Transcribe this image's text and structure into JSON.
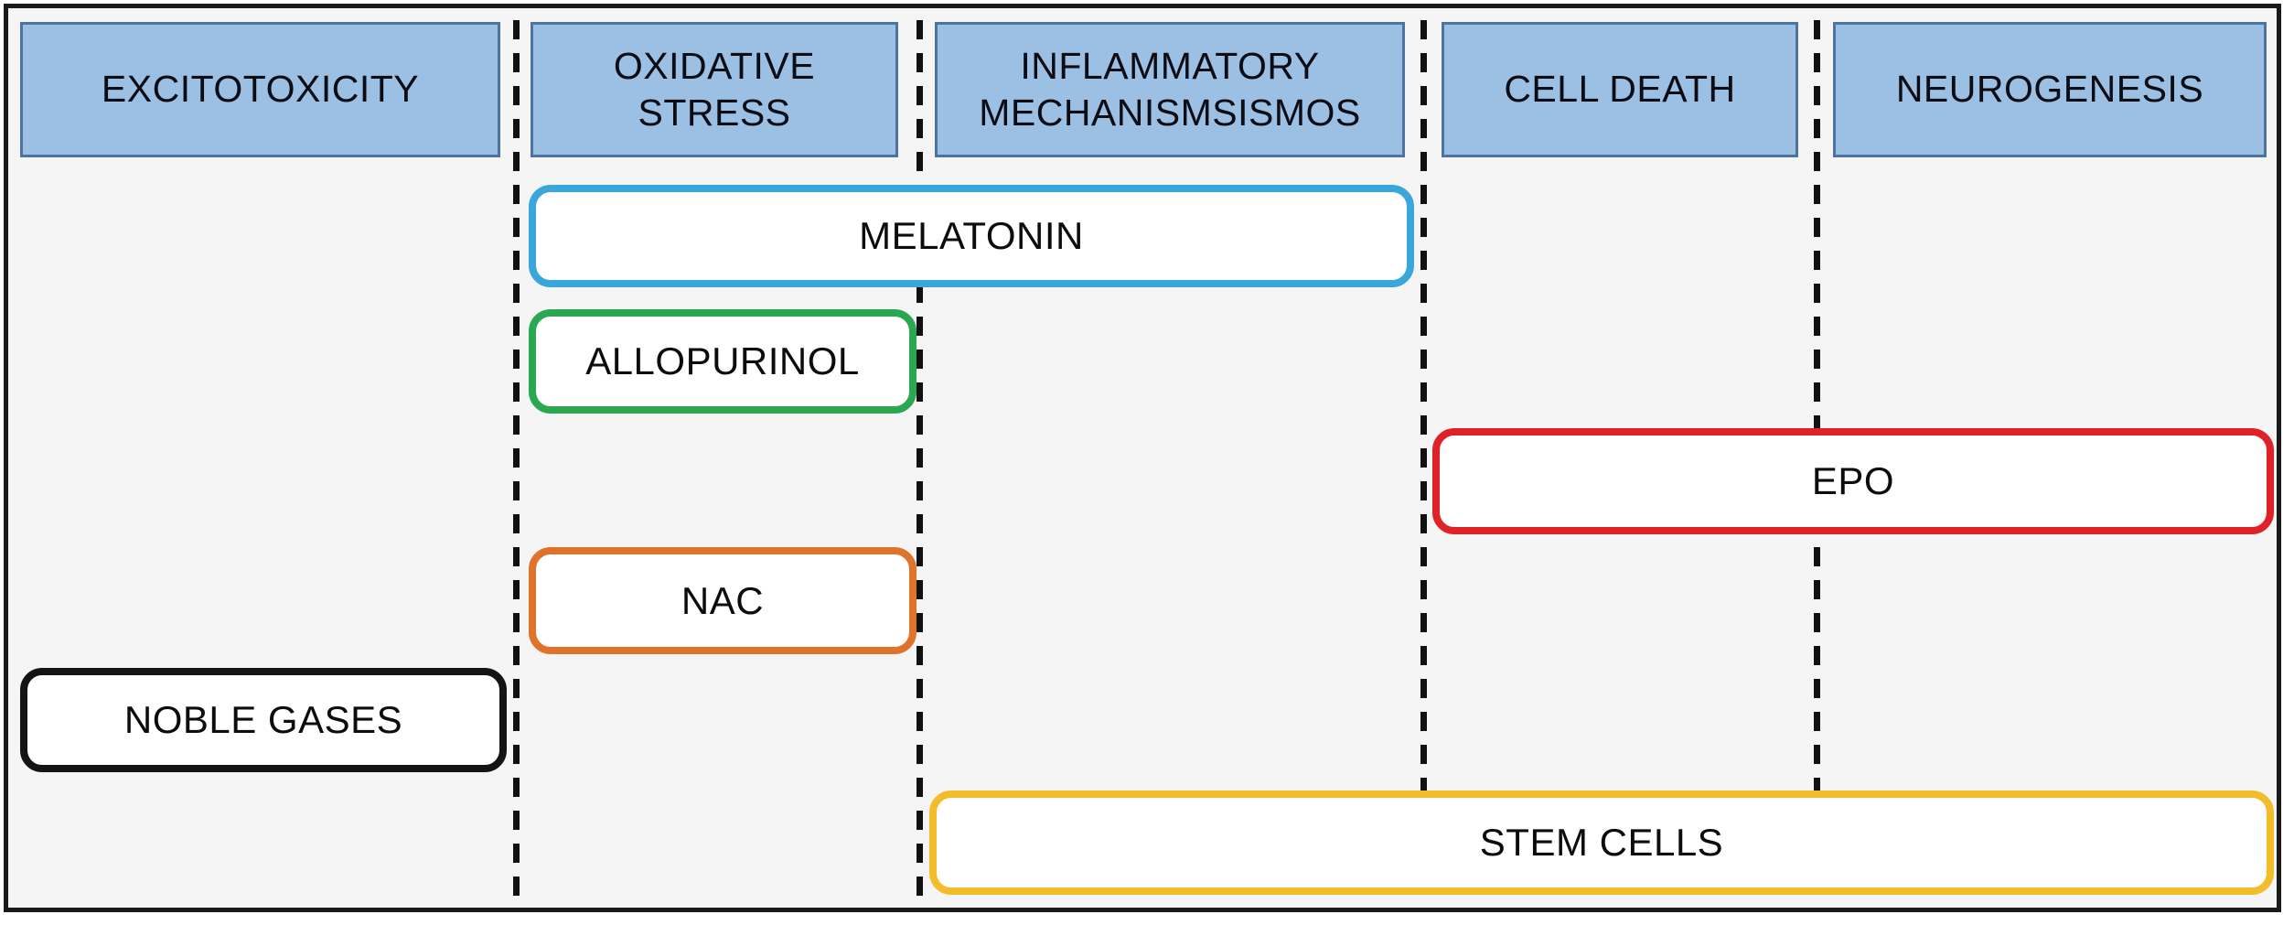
{
  "diagram": {
    "columns": [
      {
        "label": "EXCITOTOXICITY"
      },
      {
        "label": "OXIDATIVE STRESS"
      },
      {
        "label": "INFLAMMATORY MECHANISMSISMOS"
      },
      {
        "label": "CELL DEATH"
      },
      {
        "label": "NEUROGENESIS"
      }
    ],
    "treatments": [
      {
        "label": "MELATONIN",
        "border_color": "#3aa7da",
        "spans": [
          "OXIDATIVE STRESS",
          "INFLAMMATORY MECHANISMSISMOS"
        ]
      },
      {
        "label": "ALLOPURINOL",
        "border_color": "#2ba74f",
        "spans": [
          "OXIDATIVE STRESS"
        ]
      },
      {
        "label": "EPO",
        "border_color": "#de2227",
        "spans": [
          "CELL DEATH",
          "NEUROGENESIS"
        ]
      },
      {
        "label": "NAC",
        "border_color": "#e0732c",
        "spans": [
          "OXIDATIVE STRESS"
        ]
      },
      {
        "label": "NOBLE GASES",
        "border_color": "#141414",
        "spans": [
          "EXCITOTOXICITY"
        ]
      },
      {
        "label": "STEM CELLS",
        "border_color": "#f3bc2b",
        "spans": [
          "INFLAMMATORY MECHANISMSISMOS",
          "CELL DEATH",
          "NEUROGENESIS"
        ]
      }
    ],
    "colors": {
      "header_fill": "#9cc0e3",
      "header_border": "#4e739e",
      "background": "#f5f5f6",
      "frame_border": "#1a1a1a",
      "divider": "#111111"
    }
  }
}
